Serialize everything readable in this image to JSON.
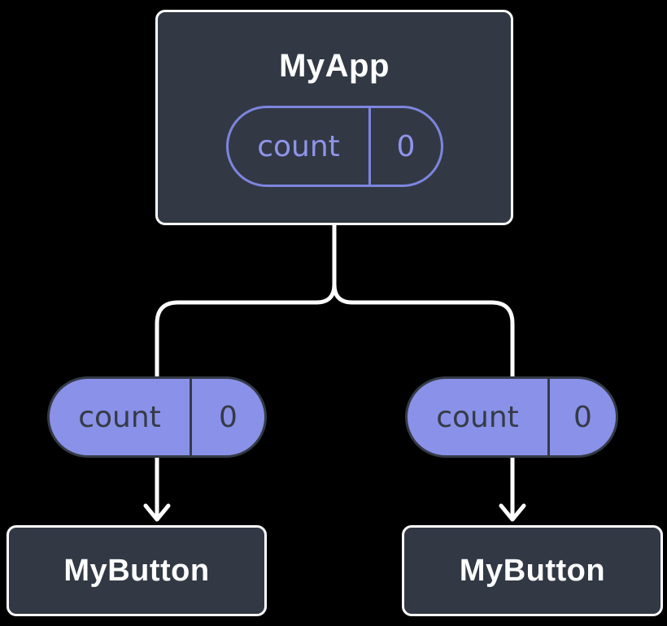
{
  "diagram": {
    "description": "Component tree diagram: parent component holding state shared with two children via props",
    "root": {
      "title": "MyApp",
      "pill": {
        "name": "count",
        "value": "0"
      }
    },
    "child_pills": [
      {
        "name": "count",
        "value": "0"
      },
      {
        "name": "count",
        "value": "0"
      }
    ],
    "leaves": [
      {
        "title": "MyButton"
      },
      {
        "title": "MyButton"
      }
    ]
  },
  "colors": {
    "background": "#000000",
    "node_fill": "#323945",
    "node_border": "#FFFFFF",
    "pill_fill": "#8A91E8",
    "pill_border_dark": "#353B46",
    "pill_outline": "#7D85DE",
    "pill_text_on_fill": "#343B46",
    "pill_text_on_dark": "#8F95EA",
    "connector": "#FFFFFF",
    "title_text": "#FFFFFF"
  }
}
